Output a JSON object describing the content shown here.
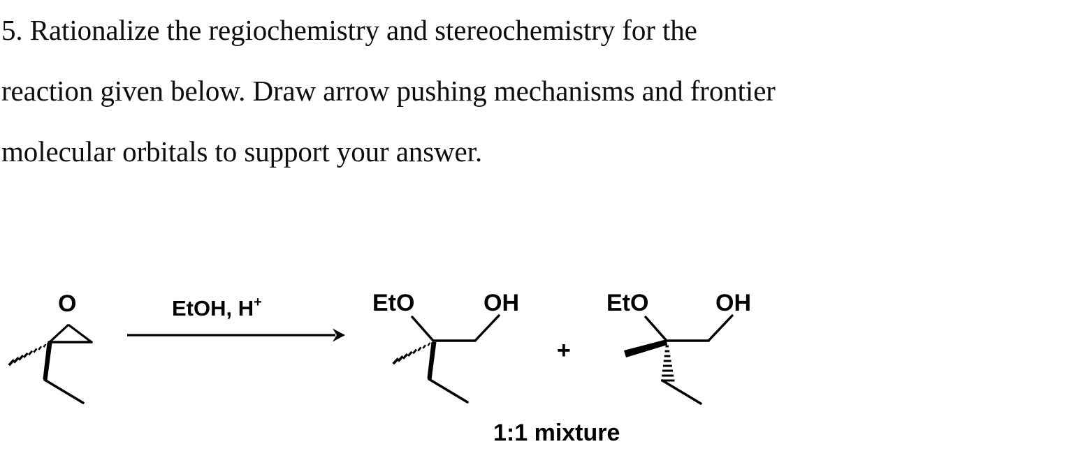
{
  "document": {
    "background_color": "#ffffff",
    "text_color": "#0d0d0d"
  },
  "question": {
    "number": "5.",
    "full_text": "5. Rationalize the regiochemistry and stereochemistry for the reaction given below. Draw arrow pushing mechanisms and frontier molecular orbitals to support your answer.",
    "lines": [
      "5. Rationalize the regiochemistry and stereochemistry for the",
      "reaction given below. Draw arrow pushing mechanisms and frontier",
      "molecular orbitals to support your answer."
    ]
  },
  "scheme": {
    "reactant": {
      "name": "2-ethyl-2-methyloxirane",
      "oxygen_label": "O",
      "stereo_bonds": {
        "methyl": "hashed-wedge",
        "ethyl": "bold-wedge"
      }
    },
    "arrow": {
      "reagents_text": "EtOH, H",
      "reagents_charge": "+",
      "direction": "right"
    },
    "products": [
      {
        "index": 1,
        "left_label": "EtO",
        "right_label": "OH",
        "stereo_bonds": {
          "methyl": "hashed-wedge",
          "ethyl": "bold-wedge"
        }
      },
      {
        "index": 2,
        "left_label": "EtO",
        "right_label": "OH",
        "stereo_bonds": {
          "methyl": "bold-wedge",
          "ethyl": "hashed-wedge"
        }
      }
    ],
    "plus_symbol": "+",
    "caption": "1:1 mixture"
  },
  "colors": {
    "ink": "#000000",
    "paper": "#ffffff"
  }
}
